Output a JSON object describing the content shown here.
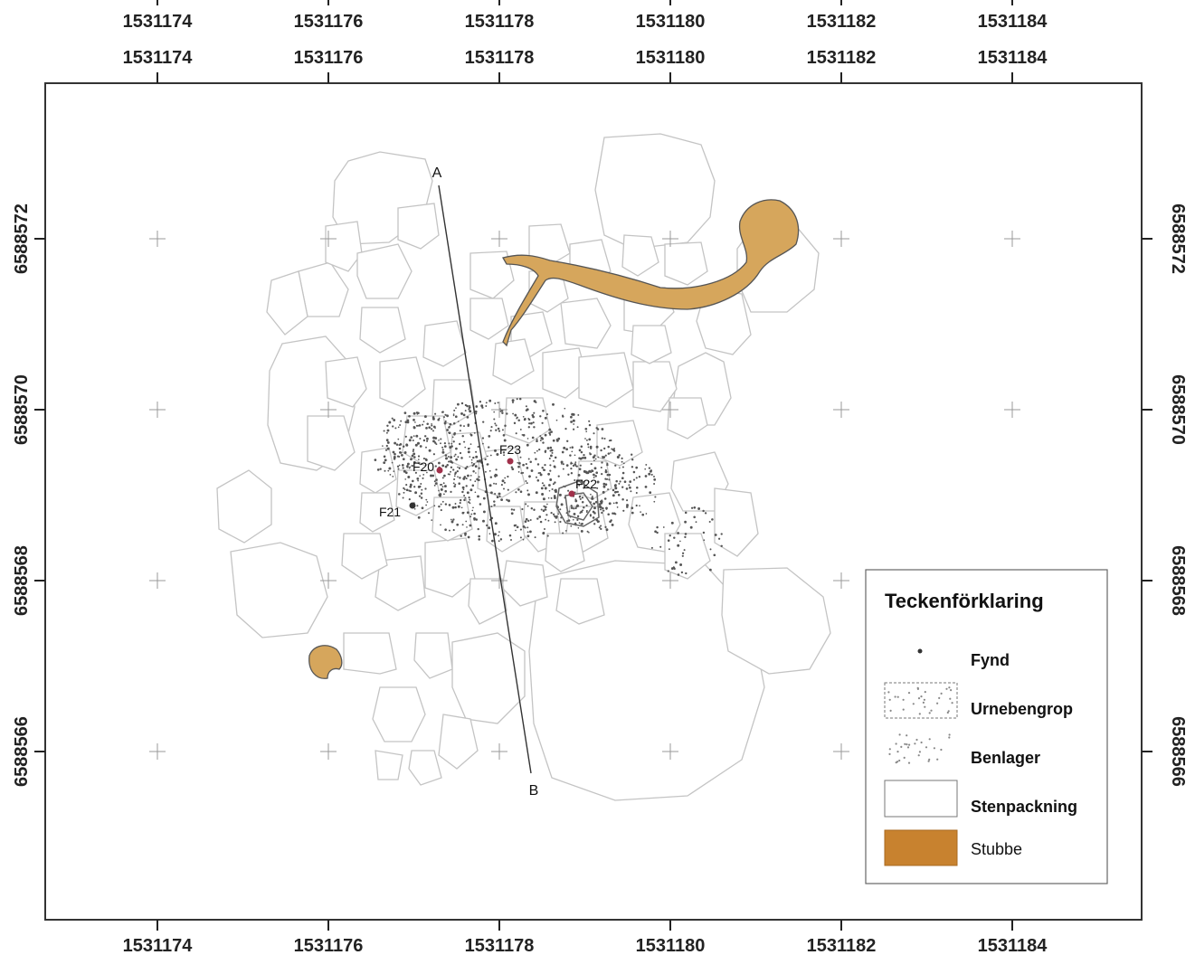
{
  "map": {
    "x_ticks": [
      "1531174",
      "1531176",
      "1531178",
      "1531180",
      "1531182",
      "1531184"
    ],
    "y_ticks": [
      "6588572",
      "6588570",
      "6588568",
      "6588566"
    ],
    "section_line": {
      "start_label": "A",
      "end_label": "B"
    },
    "features": [
      {
        "id": "F20",
        "label": "F20"
      },
      {
        "id": "F21",
        "label": "F21"
      },
      {
        "id": "F22",
        "label": "F22"
      },
      {
        "id": "F23",
        "label": "F23"
      }
    ]
  },
  "legend": {
    "title": "Teckenförklaring",
    "items": [
      {
        "label": "Fynd",
        "symbol": "point"
      },
      {
        "label": "Urnebengrop",
        "symbol": "dotted-box"
      },
      {
        "label": "Benlager",
        "symbol": "scatter-dots"
      },
      {
        "label": "Stenpackning",
        "symbol": "outline-box"
      },
      {
        "label": "Stubbe",
        "symbol": "filled-box"
      }
    ]
  },
  "colors": {
    "stubbe_fill": "#d6a65c",
    "stubbe_legend": "#c8822f",
    "stone_outline": "#c8c8c8",
    "feature_dot": "#a0304a",
    "frame": "#333333"
  }
}
